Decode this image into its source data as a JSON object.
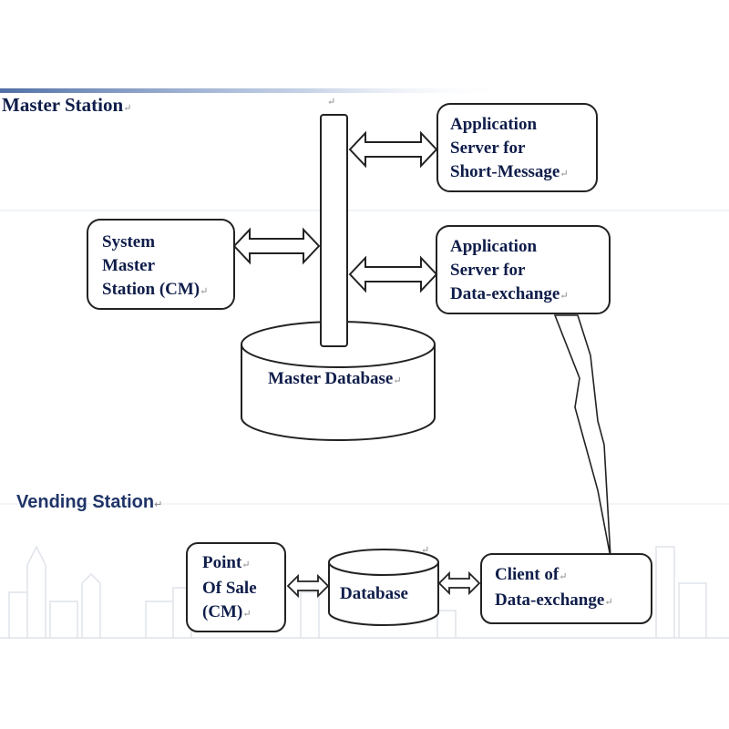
{
  "sections": {
    "master_title": "Master Station",
    "vending_title": "Vending Station"
  },
  "nodes": {
    "sms_server": [
      "Application",
      "Server for",
      "Short-Message"
    ],
    "system_master": [
      "System",
      "Master",
      "Station (CM)"
    ],
    "data_exchange_server": [
      "Application",
      "Server for",
      "Data-exchange"
    ],
    "master_database": "Master Database",
    "pos": [
      "Point",
      "Of Sale",
      "(CM)"
    ],
    "database": "Database",
    "client_data_exchange": [
      "Client of",
      "Data-exchange"
    ]
  },
  "marks": {
    "paragraph": "↵"
  },
  "colors": {
    "text": "#0f1d4a",
    "vending_text": "#1f3468",
    "stroke": "#222222",
    "header_band": "#5b7fb5"
  }
}
